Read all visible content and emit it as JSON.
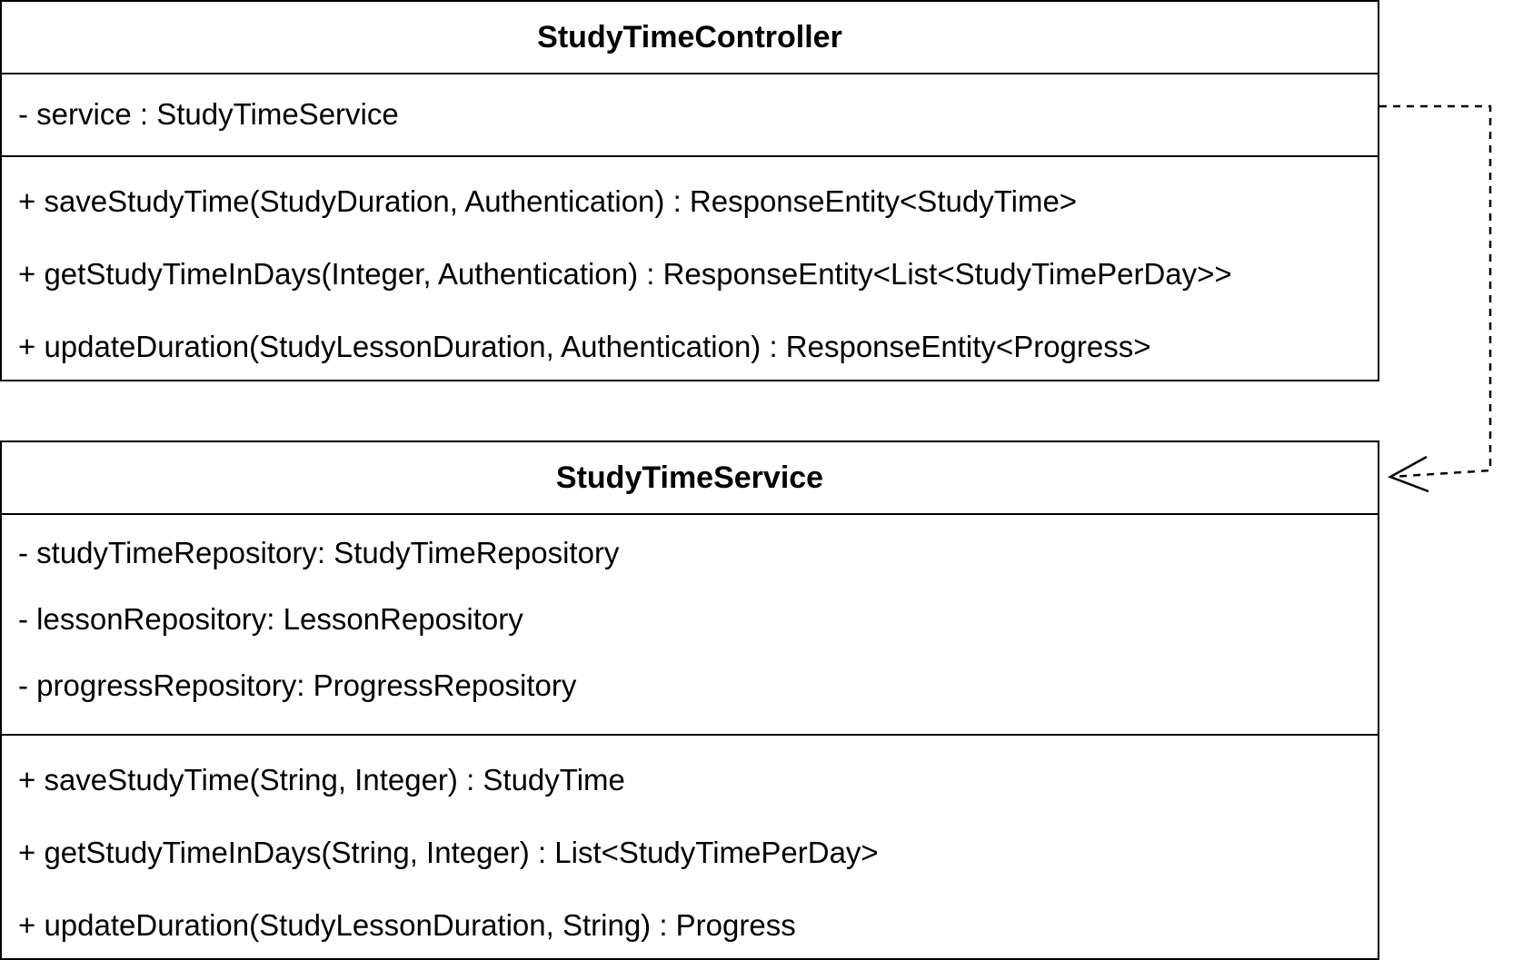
{
  "classes": {
    "controller": {
      "name": "StudyTimeController",
      "attributes": [
        "- service : StudyTimeService"
      ],
      "operations": [
        "+ saveStudyTime(StudyDuration, Authentication) : ResponseEntity<StudyTime>",
        "+ getStudyTimeInDays(Integer, Authentication) : ResponseEntity<List<StudyTimePerDay>>",
        "+ updateDuration(StudyLessonDuration, Authentication) : ResponseEntity<Progress>"
      ]
    },
    "service": {
      "name": "StudyTimeService",
      "attributes": [
        "- studyTimeRepository: StudyTimeRepository",
        "- lessonRepository: LessonRepository",
        "- progressRepository: ProgressRepository"
      ],
      "operations": [
        "+ saveStudyTime(String, Integer) : StudyTime",
        "+ getStudyTimeInDays(String, Integer) : List<StudyTimePerDay>",
        "+ updateDuration(StudyLessonDuration, String) : Progress"
      ]
    }
  },
  "relationships": [
    {
      "type": "dependency",
      "line_style": "dashed",
      "arrowhead": "open",
      "from": "StudyTimeController",
      "to": "StudyTimeService"
    }
  ],
  "colors": {
    "line": "#000000",
    "background": "#ffffff"
  }
}
